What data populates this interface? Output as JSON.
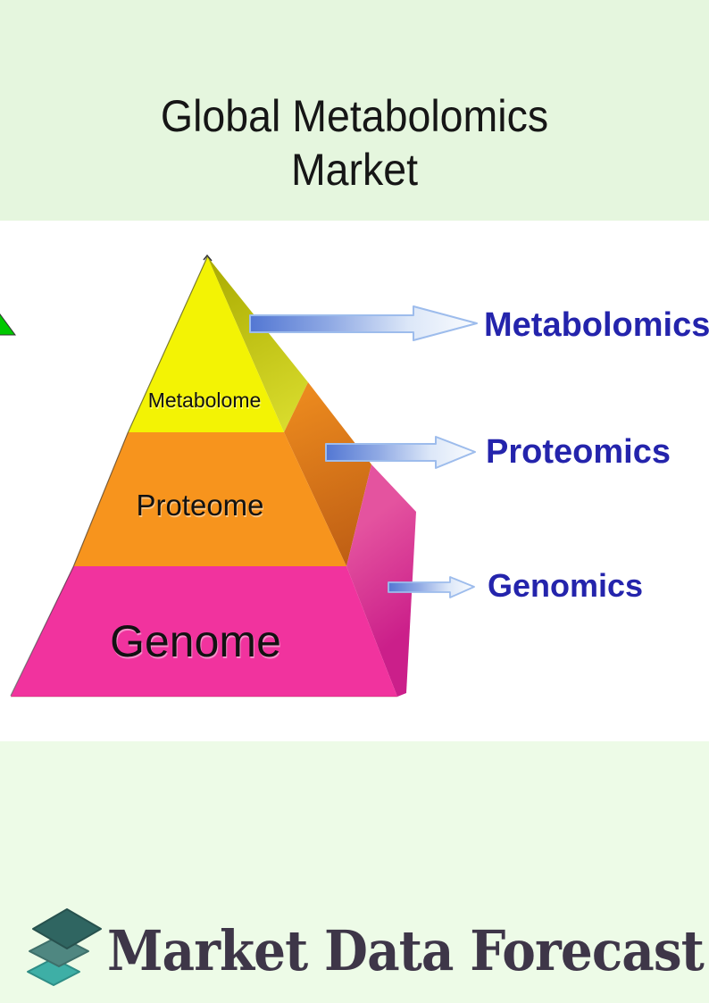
{
  "title": {
    "line1": "Global Metabolomics",
    "line2": "Market"
  },
  "pyramid": {
    "levels": [
      {
        "band_label": "Metabolome",
        "arrow_label": "Metabolomics",
        "front_color": "#F3F304",
        "side_gradient": [
          "#A9AA00",
          "#DADD2E"
        ]
      },
      {
        "band_label": "Proteome",
        "arrow_label": "Proteomics",
        "front_color": "#F7941D",
        "side_gradient": [
          "#EC8A1E",
          "#BD5D14"
        ]
      },
      {
        "band_label": "Genome",
        "arrow_label": "Genomics",
        "front_color": "#F1339E",
        "side_gradient": [
          "#E4539F",
          "#CB1F8A"
        ]
      }
    ]
  },
  "decor": {
    "corner_triangle_color": "#00C800"
  },
  "arrows": {
    "outline": "#9DBCEC",
    "gradient": [
      "#5377D3",
      "#8FA9E4",
      "#DCE7F8",
      "#FAFCFE"
    ]
  },
  "colors": {
    "bg_top": "#E5F6DE",
    "bg_bottom": "#EDFBE7",
    "title": "#161616",
    "arrow_label": "#2424AC",
    "band_label": "#121212",
    "brand_text": "#3E3648"
  },
  "footer": {
    "brand": "Market Data Forecast",
    "logo_diamond_colors": [
      "#2F6561",
      "#4F8781",
      "#3EAFA6"
    ]
  }
}
